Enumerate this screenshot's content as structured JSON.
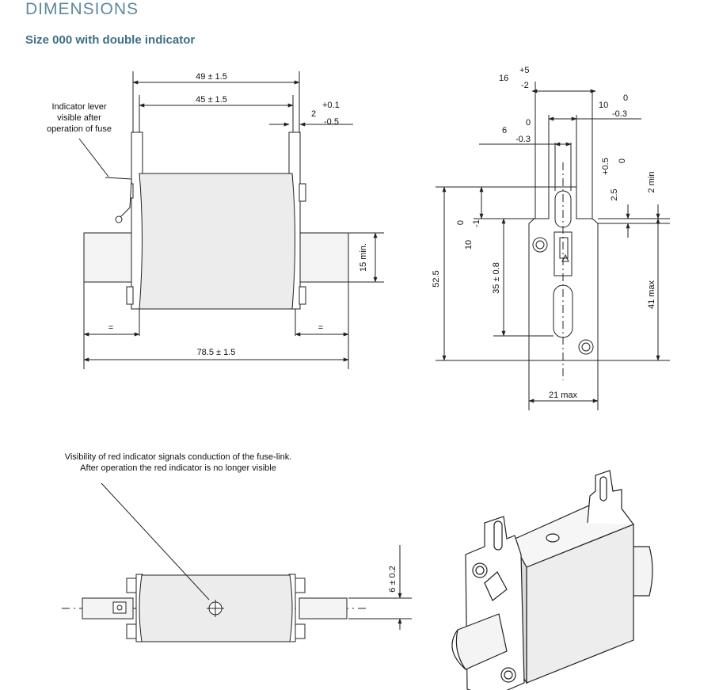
{
  "header": {
    "title": "DIMENSIONS",
    "subtitle": "Size 000 with double indicator"
  },
  "colors": {
    "title": "#5f8a9c",
    "subtitle": "#3d6e86",
    "line": "#222222",
    "body_fill": "#ececec",
    "blade_fill": "#f4f4f4"
  },
  "front_view": {
    "dim_49": "49 ± 1.5",
    "dim_45": "45 ± 1.5",
    "tol_plus": "+0.1",
    "tol_nom": "2",
    "tol_minus": "-0.5",
    "dim_15": "15 min.",
    "dim_785": "78.5 ± 1.5",
    "eq_left": "=",
    "eq_right": "=",
    "lever_note": [
      "Indicator lever",
      "visible after",
      "operation of fuse"
    ]
  },
  "side_view": {
    "t16_plus": "+5",
    "t16_nom": "16",
    "t16_minus": "-2",
    "t10_zero": "0",
    "t10_nom": "10",
    "t10_minus": "-0.3",
    "t6_zero": "0",
    "t6_nom": "6",
    "t6_minus": "-0.3",
    "t25_plus": "+0.5",
    "t25_zero": "0",
    "t25_nom": "2.5",
    "dim_2min": "2 min",
    "dim_525": "52.5",
    "dim_10_zero": "0",
    "dim_10_minus": "-1",
    "dim_10_nom": "10",
    "dim_35": "35 ± 0.8",
    "dim_41": "41 max",
    "dim_21": "21 max"
  },
  "top_view": {
    "note": [
      "Visibility of red indicator signals conduction of the fuse-link.",
      "After operation the red indicator is no longer visible"
    ],
    "dim_6": "6 ± 0.2"
  }
}
